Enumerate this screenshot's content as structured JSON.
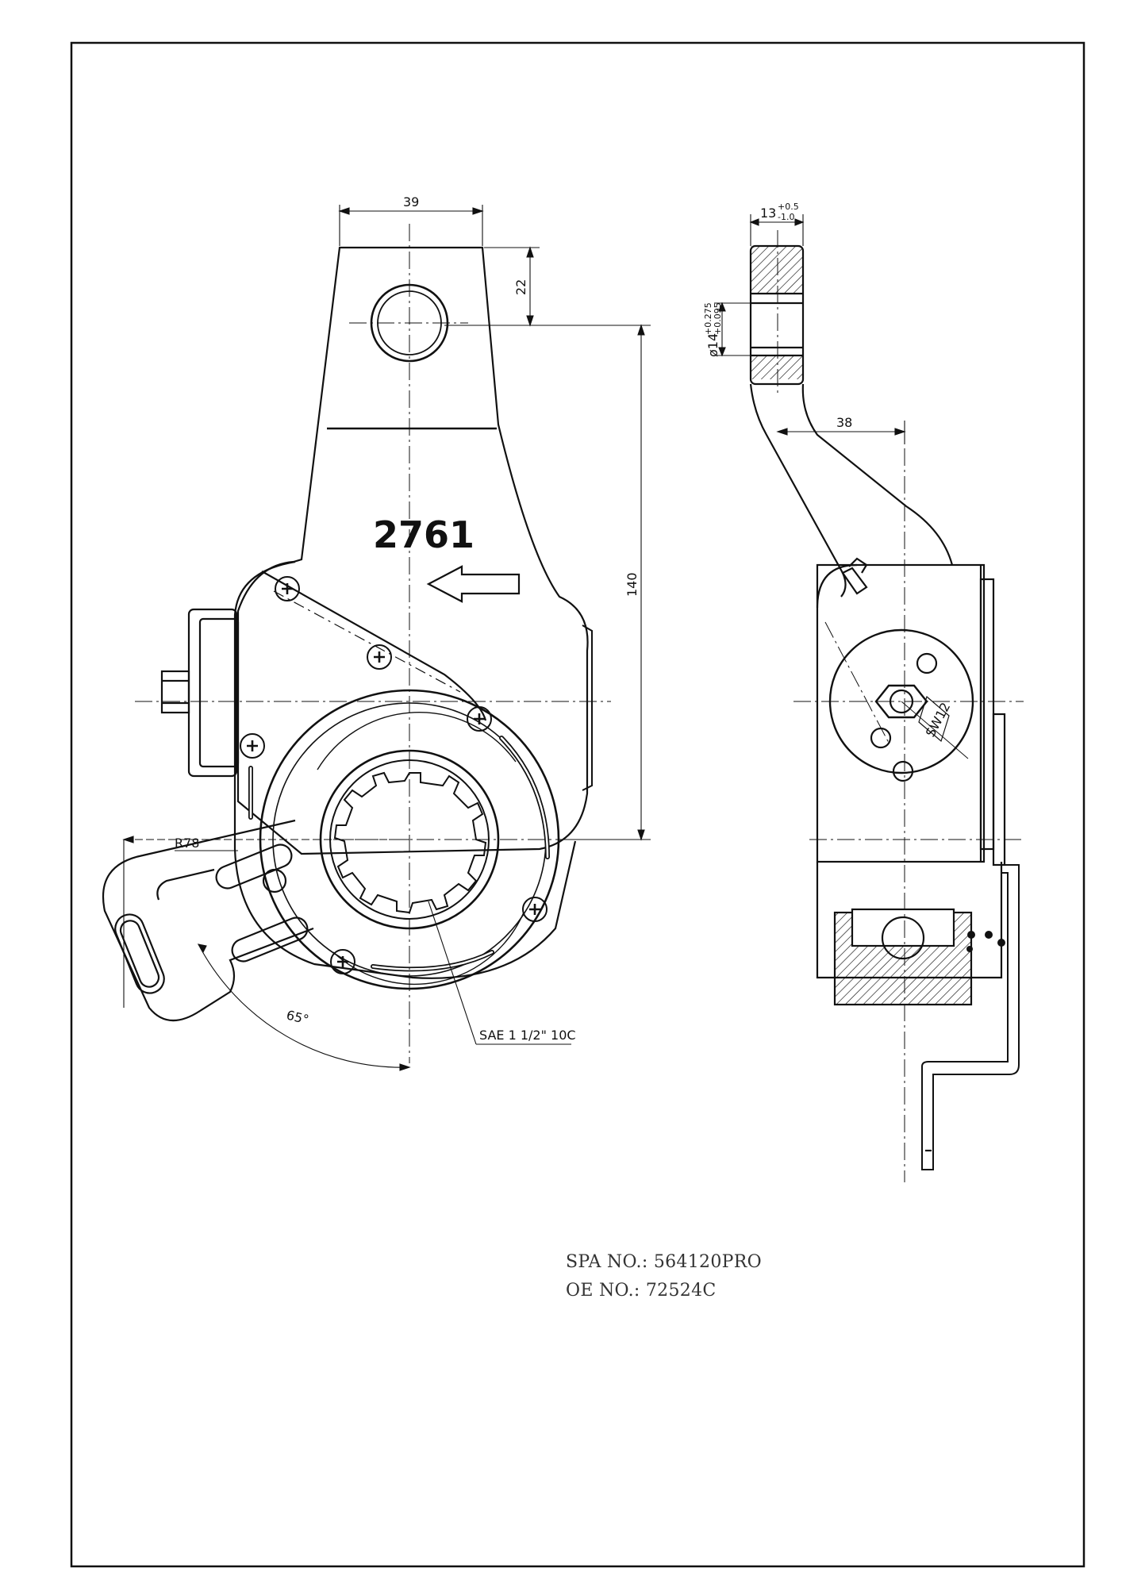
{
  "drawing": {
    "part_number": "2761",
    "dimensions": {
      "width_top": "39",
      "top_offset": "22",
      "center_distance": "140",
      "thickness": "13",
      "thickness_tol_upper": "+0.5",
      "thickness_tol_lower": "-1.0",
      "bore_diameter": "ø14",
      "bore_tol_upper": "+0.275",
      "bore_tol_lower": "+0.095",
      "side_offset": "38",
      "radius": "R78",
      "angle": "65°",
      "spline": "SAE 1 1/2\" 10C",
      "wrench_size": "SW12"
    }
  },
  "specs": {
    "spa_no": "SPA NO.:  564120PRO",
    "oe_no": "OE NO.: 72524C"
  }
}
